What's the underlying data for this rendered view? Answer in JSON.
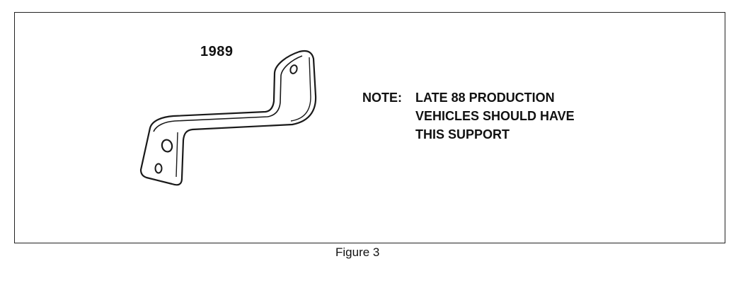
{
  "figure": {
    "year_label": "1989",
    "note_label": "NOTE:",
    "note_lines": [
      "LATE 88 PRODUCTION",
      "VEHICLES SHOULD HAVE",
      "THIS SUPPORT"
    ],
    "caption": "Figure 3"
  }
}
